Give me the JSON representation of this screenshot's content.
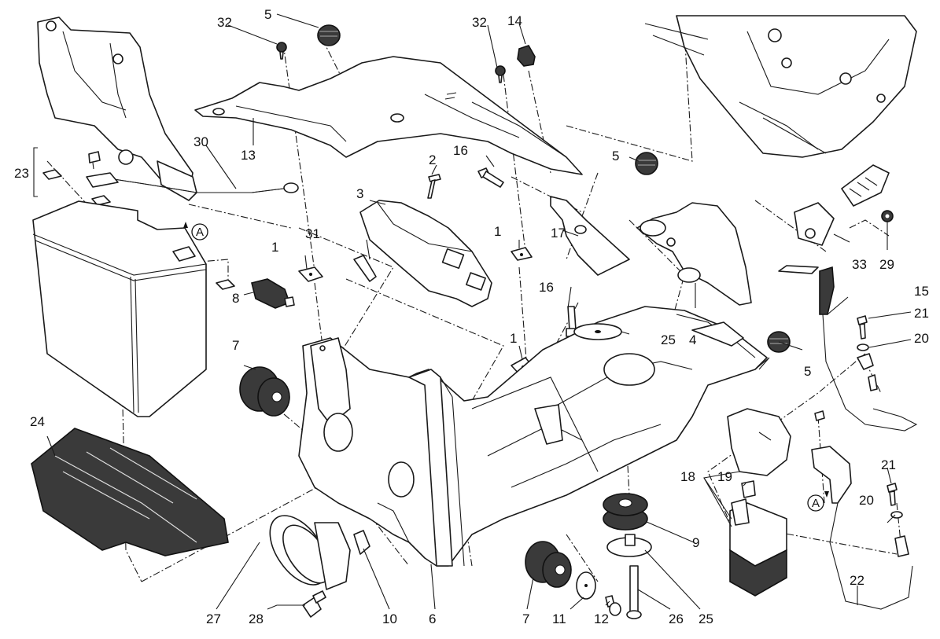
{
  "diagram": {
    "type": "exploded-parts-diagram",
    "subject": "Battery holder / electrical components assembly",
    "reference_marker": "A",
    "callouts": [
      {
        "id": "c1a",
        "label": "1"
      },
      {
        "id": "c1b",
        "label": "1"
      },
      {
        "id": "c1c",
        "label": "1"
      },
      {
        "id": "c2",
        "label": "2"
      },
      {
        "id": "c3",
        "label": "3"
      },
      {
        "id": "c4",
        "label": "4"
      },
      {
        "id": "c5a",
        "label": "5"
      },
      {
        "id": "c5b",
        "label": "5"
      },
      {
        "id": "c5c",
        "label": "5"
      },
      {
        "id": "c6",
        "label": "6"
      },
      {
        "id": "c7a",
        "label": "7"
      },
      {
        "id": "c7b",
        "label": "7"
      },
      {
        "id": "c8",
        "label": "8"
      },
      {
        "id": "c9",
        "label": "9"
      },
      {
        "id": "c10",
        "label": "10"
      },
      {
        "id": "c11",
        "label": "11"
      },
      {
        "id": "c12",
        "label": "12"
      },
      {
        "id": "c13",
        "label": "13"
      },
      {
        "id": "c14",
        "label": "14"
      },
      {
        "id": "c15",
        "label": "15"
      },
      {
        "id": "c16a",
        "label": "16"
      },
      {
        "id": "c16b",
        "label": "16"
      },
      {
        "id": "c17",
        "label": "17"
      },
      {
        "id": "c18",
        "label": "18"
      },
      {
        "id": "c19",
        "label": "19"
      },
      {
        "id": "c20a",
        "label": "20"
      },
      {
        "id": "c20b",
        "label": "20"
      },
      {
        "id": "c21a",
        "label": "21"
      },
      {
        "id": "c21b",
        "label": "21"
      },
      {
        "id": "c22",
        "label": "22"
      },
      {
        "id": "c23",
        "label": "23"
      },
      {
        "id": "c24",
        "label": "24"
      },
      {
        "id": "c25a",
        "label": "25"
      },
      {
        "id": "c25b",
        "label": "25"
      },
      {
        "id": "c26",
        "label": "26"
      },
      {
        "id": "c27",
        "label": "27"
      },
      {
        "id": "c28",
        "label": "28"
      },
      {
        "id": "c29",
        "label": "29"
      },
      {
        "id": "c30",
        "label": "30"
      },
      {
        "id": "c31",
        "label": "31"
      },
      {
        "id": "c32a",
        "label": "32"
      },
      {
        "id": "c32b",
        "label": "32"
      },
      {
        "id": "c33",
        "label": "33"
      }
    ]
  }
}
